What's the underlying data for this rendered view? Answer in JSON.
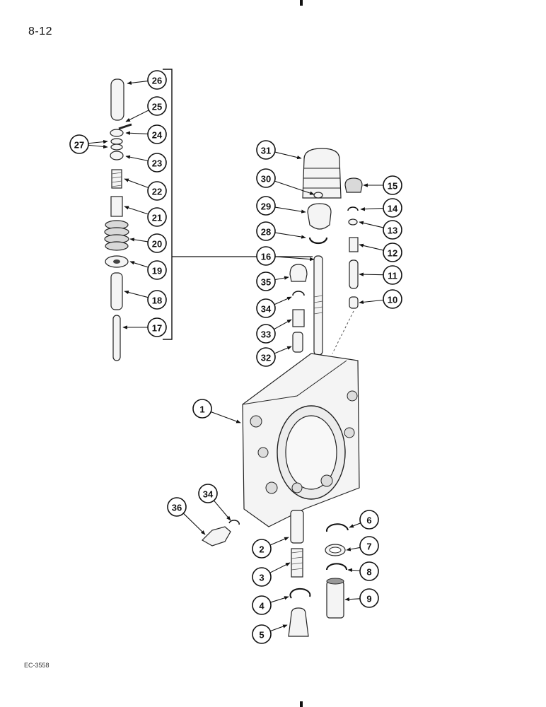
{
  "page": {
    "number": "8-12",
    "figure_code": "EC-3558"
  },
  "callouts": [
    "26",
    "25",
    "24",
    "27",
    "23",
    "22",
    "21",
    "20",
    "19",
    "18",
    "17",
    "31",
    "30",
    "29",
    "28",
    "16",
    "35",
    "34",
    "33",
    "32",
    "15",
    "14",
    "13",
    "12",
    "11",
    "10",
    "1",
    "36",
    "34",
    "2",
    "3",
    "4",
    "5",
    "6",
    "7",
    "8",
    "9"
  ]
}
